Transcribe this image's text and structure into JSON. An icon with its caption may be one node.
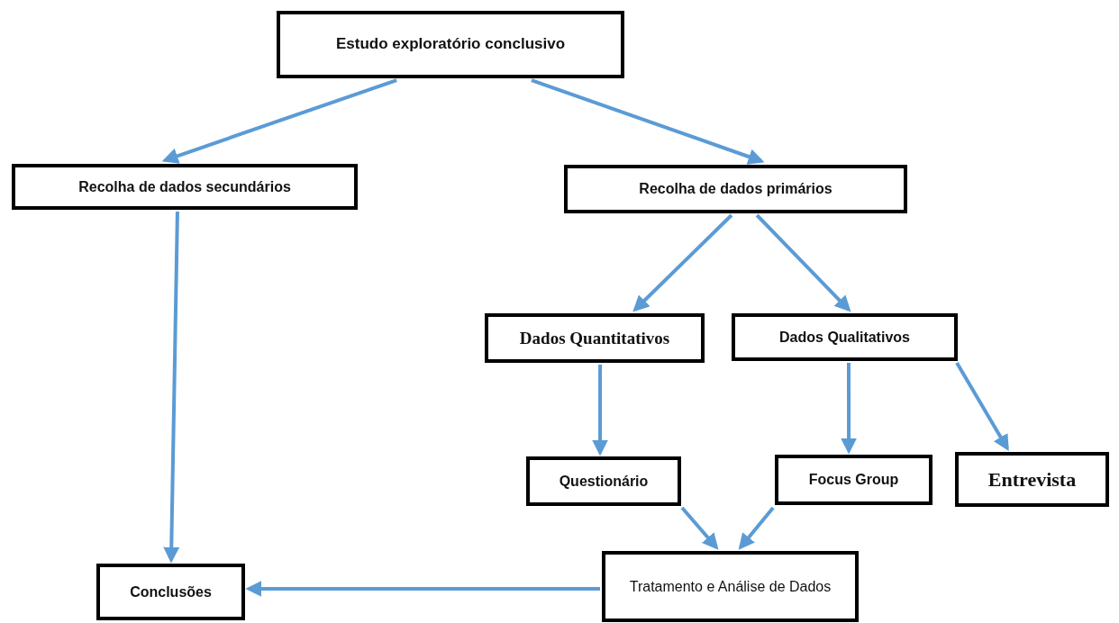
{
  "diagram": {
    "nodes": [
      {
        "text": [
          "Estudo exploratório conclusivo"
        ]
      },
      {
        "text": [
          "Recolha de dados secundários"
        ]
      },
      {
        "text": [
          "Recolha de dados primários"
        ]
      },
      {
        "text": [
          "Dados Quantitativos"
        ]
      },
      {
        "text": [
          "Dados Qualitativos"
        ]
      },
      {
        "text": [
          "Questionário"
        ]
      },
      {
        "text": [
          "Focus Group"
        ]
      },
      {
        "text": [
          "Entrevista"
        ]
      },
      {
        "text": [
          "Tratamento e Análise de Dados"
        ]
      },
      {
        "text": [
          "Conclusões"
        ]
      }
    ],
    "edges": [
      {
        "from": 0,
        "to": 1,
        "arrow": "to"
      },
      {
        "from": 0,
        "to": 2,
        "arrow": "to"
      },
      {
        "from": 1,
        "to": 9,
        "arrow": "to"
      },
      {
        "from": 2,
        "to": 3,
        "arrow": "to"
      },
      {
        "from": 2,
        "to": 4,
        "arrow": "to"
      },
      {
        "from": 3,
        "to": 5,
        "arrow": "to"
      },
      {
        "from": 4,
        "to": 6,
        "arrow": "to"
      },
      {
        "from": 4,
        "to": 7,
        "arrow": "to"
      },
      {
        "from": 5,
        "to": 8,
        "arrow": "to"
      },
      {
        "from": 6,
        "to": 8,
        "arrow": "to"
      },
      {
        "from": 8,
        "to": 9,
        "arrow": "to"
      }
    ]
  }
}
